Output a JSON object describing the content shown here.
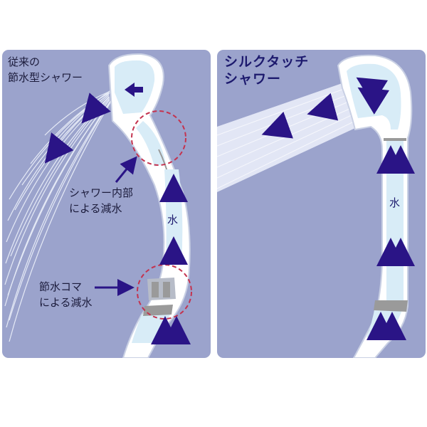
{
  "colors": {
    "background": "#ffffff",
    "panel": "#9ba3cc",
    "shower_body": "#ffffff",
    "water_channel": "#d8ecf7",
    "arrow": "#2a1486",
    "highlight_circle": "#c4334f",
    "grey_parts": "#9a9a9a",
    "spray": "#eef2fb"
  },
  "left_panel": {
    "title_line1": "従来の",
    "title_line2": "節水型シャワー",
    "callout_internal_line1": "シャワー内部",
    "callout_internal_line2": "による減水",
    "callout_piece_line1": "節水コマ",
    "callout_piece_line2": "による減水",
    "water_label": "水",
    "icons": [
      "arrow-icon",
      "dashed-circle-icon",
      "shower-head-icon"
    ]
  },
  "right_panel": {
    "title_line1": "シルクタッチ",
    "title_line2": "シャワー",
    "water_label": "水",
    "icons": [
      "arrow-icon",
      "shower-head-icon"
    ]
  }
}
